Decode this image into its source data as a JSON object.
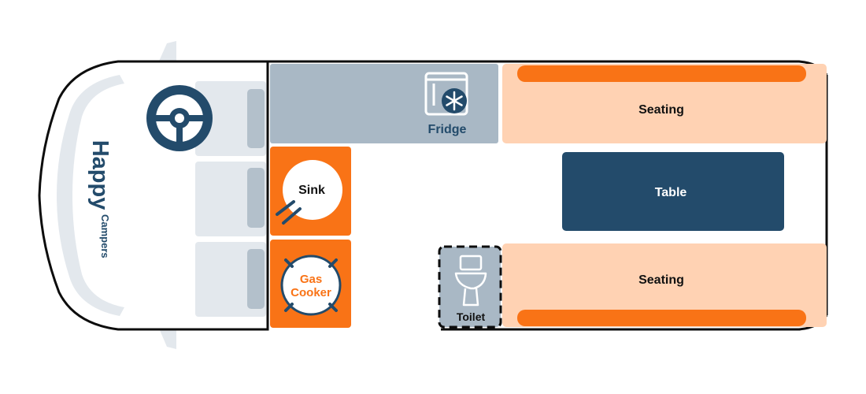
{
  "brand": {
    "name": "Happy",
    "sub": "Campers"
  },
  "labels": {
    "fridge": "Fridge",
    "seating_top": "Seating",
    "seating_bottom": "Seating",
    "table": "Table",
    "sink": "Sink",
    "gas_line1": "Gas",
    "gas_line2": "Cooker",
    "toilet": "Toilet"
  },
  "icons": {
    "steering": "steering-wheel-icon",
    "fridge": "fridge-snowflake-icon",
    "sink": "sink-icon",
    "gas": "gas-cooker-icon",
    "toilet": "toilet-icon"
  },
  "colors": {
    "outline": "#0d0d0d",
    "navy": "#234b6b",
    "grey_blue": "#a9b8c5",
    "light_grey": "#e3e8ed",
    "seat_grey": "#b3c0cb",
    "peach": "#ffd2b3",
    "orange": "#f97316",
    "white": "#ffffff"
  }
}
